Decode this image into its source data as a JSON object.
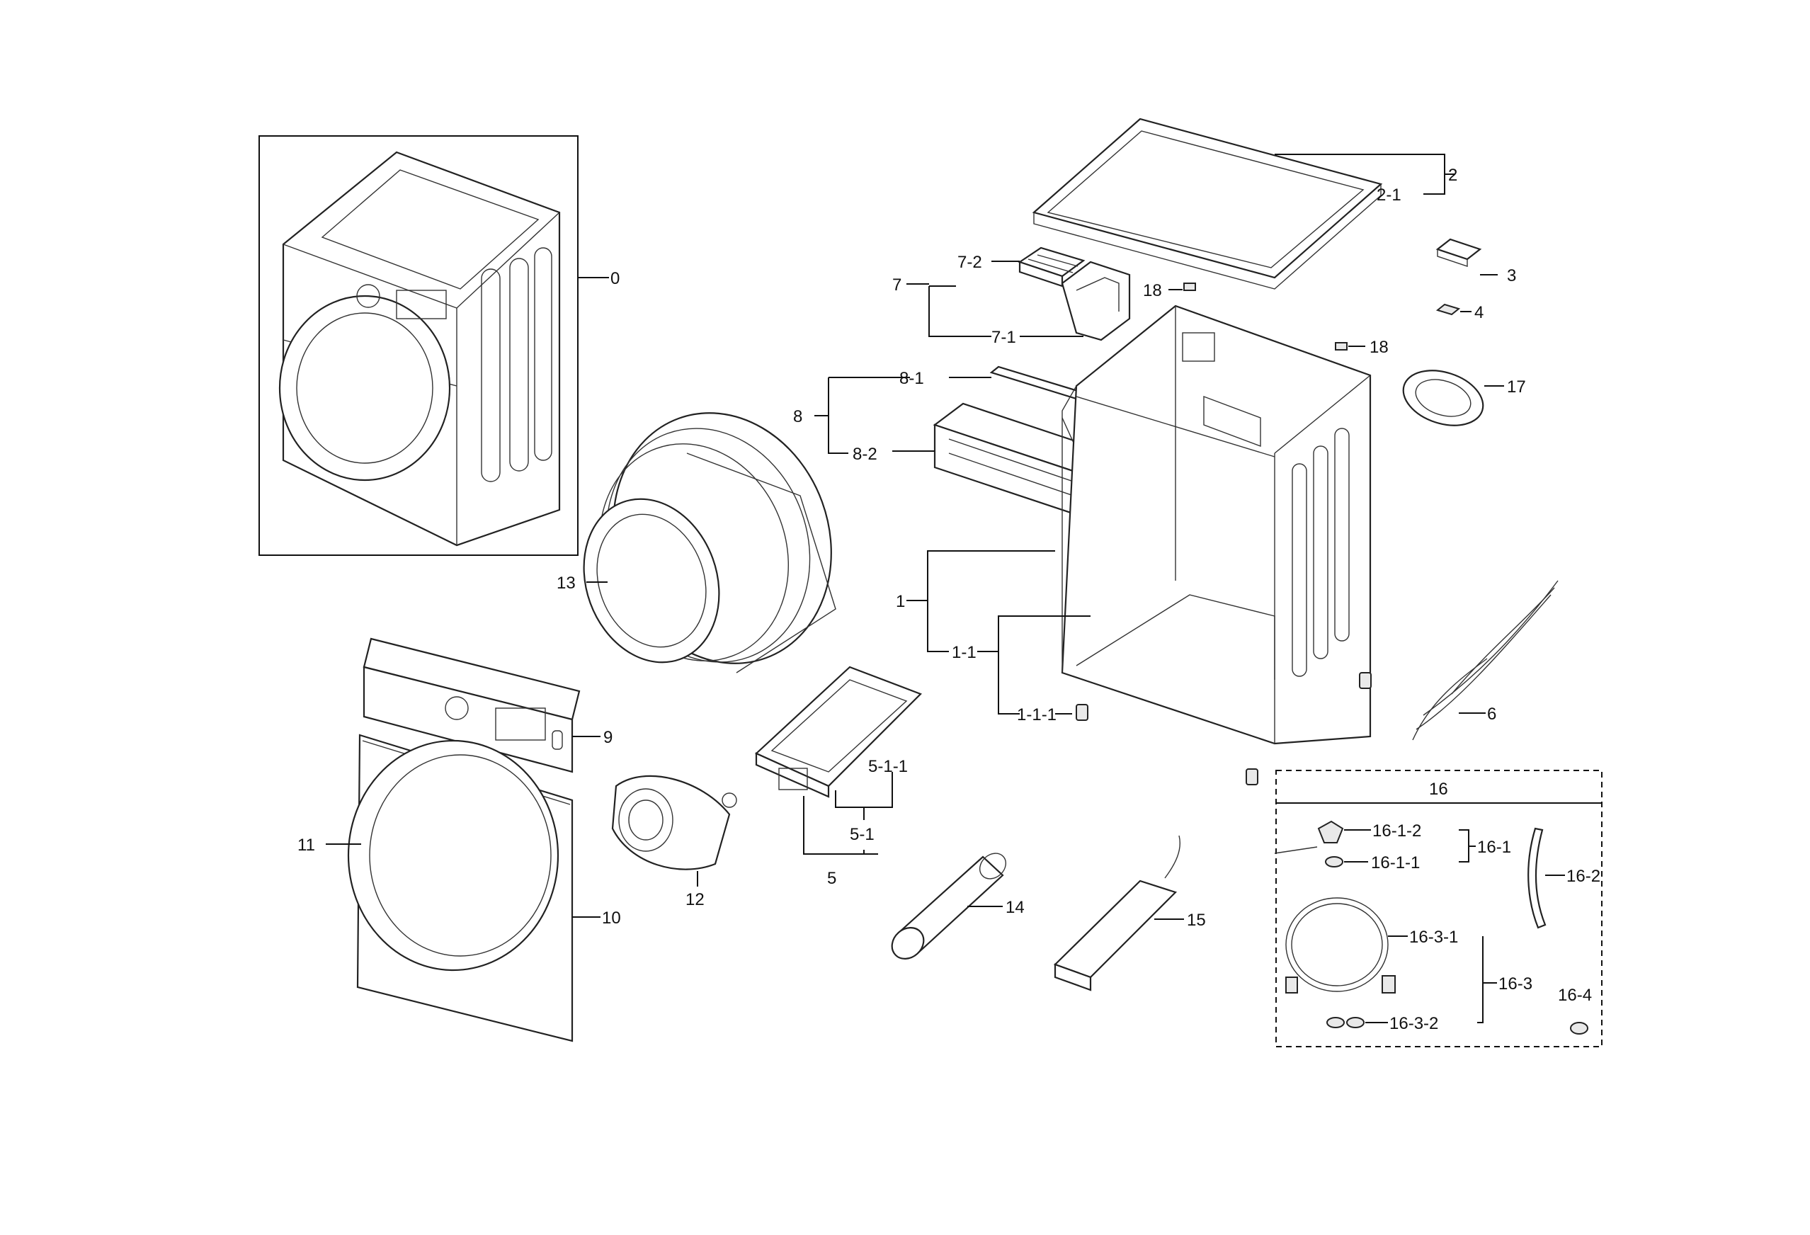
{
  "callouts": {
    "c0": "0",
    "c1": "1",
    "c1_1": "1-1",
    "c1_1_1": "1-1-1",
    "c2": "2",
    "c2_1": "2-1",
    "c3": "3",
    "c4": "4",
    "c5": "5",
    "c5_1": "5-1",
    "c5_1_1": "5-1-1",
    "c6": "6",
    "c7": "7",
    "c7_1": "7-1",
    "c7_2": "7-2",
    "c8": "8",
    "c8_1": "8-1",
    "c8_2": "8-2",
    "c9": "9",
    "c10": "10",
    "c11": "11",
    "c12": "12",
    "c13": "13",
    "c14": "14",
    "c15": "15",
    "c16": "16",
    "c16_1": "16-1",
    "c16_1_1": "16-1-1",
    "c16_1_2": "16-1-2",
    "c16_2": "16-2",
    "c16_3": "16-3",
    "c16_3_1": "16-3-1",
    "c16_3_2": "16-3-2",
    "c16_4": "16-4",
    "c17": "17",
    "c18a": "18",
    "c18b": "18"
  }
}
